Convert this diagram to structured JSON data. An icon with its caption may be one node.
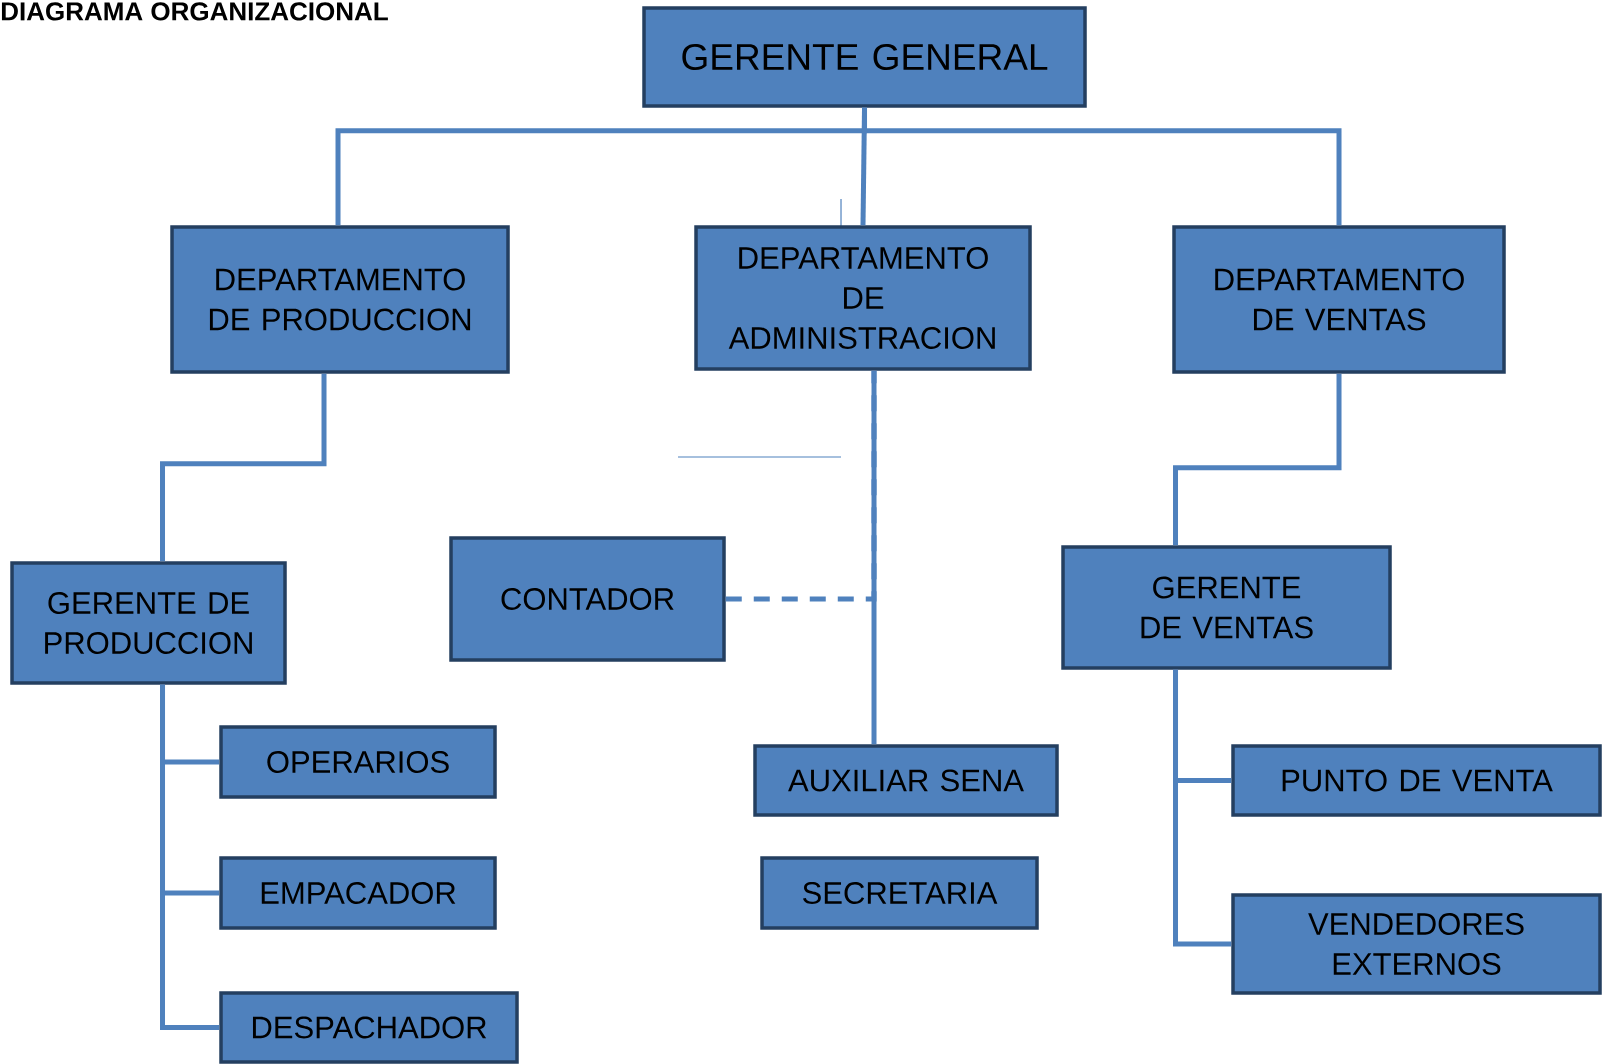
{
  "diagram": {
    "title": "DIAGRAMA ORGANIZACIONAL",
    "nodes": [
      {
        "text": [
          "GERENTE GENERAL"
        ]
      },
      {
        "text": [
          "DEPARTAMENTO DE PRODUCCION"
        ]
      },
      {
        "text": [
          "DEPARTAMENTO DE ADMINISTRACION"
        ]
      },
      {
        "text": [
          "DEPARTAMENTO DE VENTAS"
        ]
      },
      {
        "text": [
          "GERENTE DE PRODUCCION"
        ]
      },
      {
        "text": [
          "OPERARIOS"
        ]
      },
      {
        "text": [
          "EMPACADOR"
        ]
      },
      {
        "text": [
          "DESPACHADOR"
        ]
      },
      {
        "text": [
          "CONTADOR"
        ]
      },
      {
        "text": [
          "AUXILIAR SENA"
        ]
      },
      {
        "text": [
          "SECRETARIA"
        ]
      },
      {
        "text": [
          "GERENTE DE VENTAS"
        ]
      },
      {
        "text": [
          "PUNTO DE VENTA"
        ]
      },
      {
        "text": [
          "VENDEDORES EXTERNOS"
        ]
      }
    ],
    "edges": [
      {
        "from": 0,
        "to": 1,
        "arrow": "none"
      },
      {
        "from": 0,
        "to": 2,
        "arrow": "none"
      },
      {
        "from": 0,
        "to": 3,
        "arrow": "none"
      },
      {
        "from": 1,
        "to": 4,
        "arrow": "none"
      },
      {
        "from": 4,
        "to": 5,
        "arrow": "none"
      },
      {
        "from": 4,
        "to": 6,
        "arrow": "none"
      },
      {
        "from": 4,
        "to": 7,
        "arrow": "none"
      },
      {
        "from": 2,
        "to": 9,
        "arrow": "none"
      },
      {
        "from": 8,
        "to": 2,
        "arrow": "none",
        "style": "dashed"
      },
      {
        "from": 3,
        "to": 11,
        "arrow": "none"
      },
      {
        "from": 11,
        "to": 12,
        "arrow": "none"
      },
      {
        "from": 11,
        "to": 13,
        "arrow": "none"
      }
    ]
  }
}
